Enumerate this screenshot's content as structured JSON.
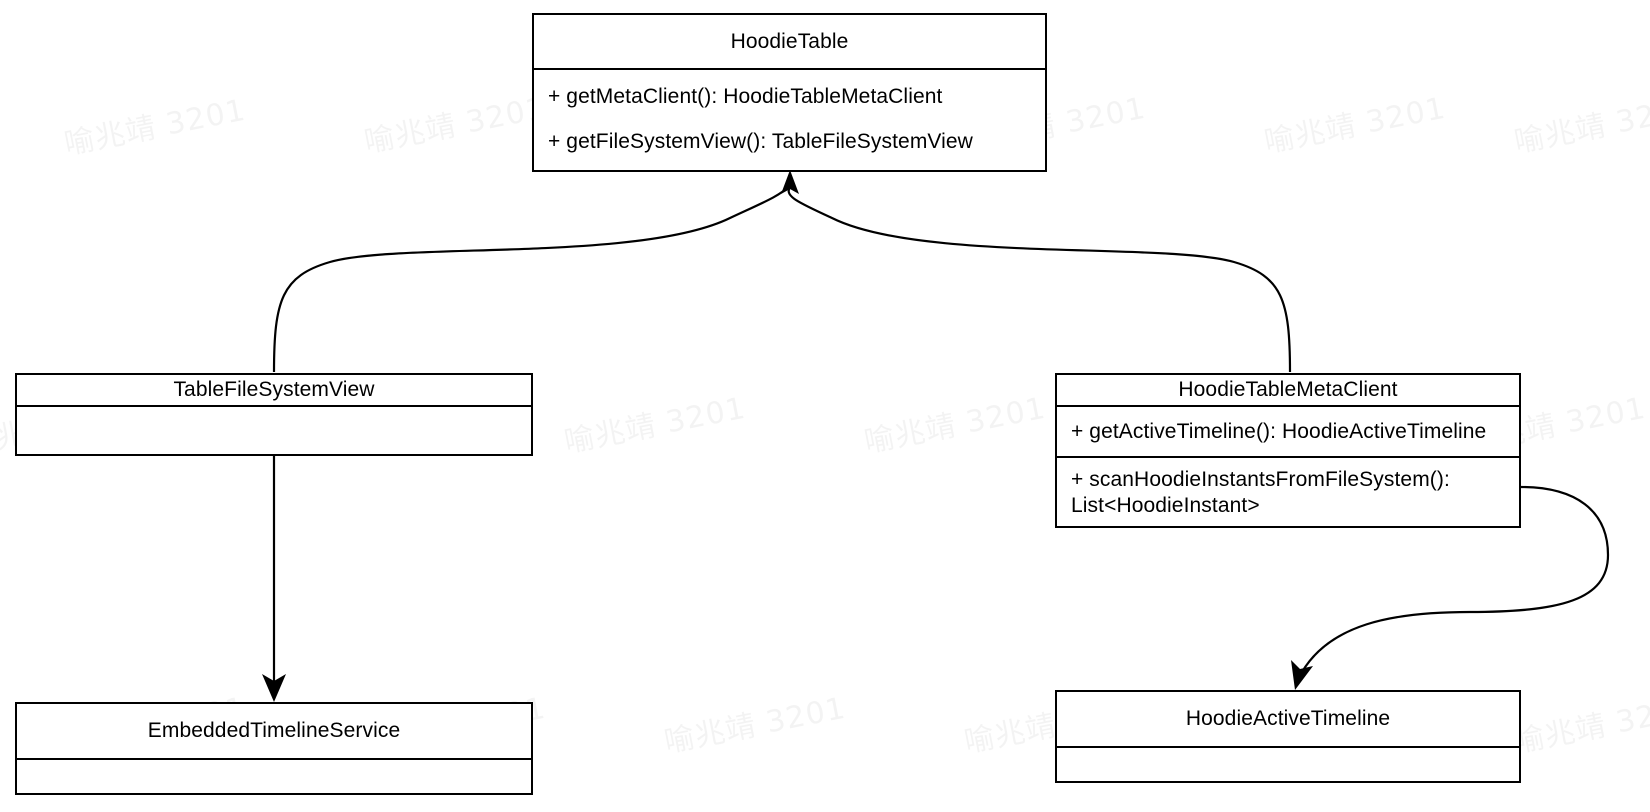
{
  "diagram": {
    "type": "uml-class-diagram",
    "background_color": "#ffffff",
    "line_color": "#000000",
    "text_color": "#000000"
  },
  "watermark": {
    "text": "喻兆靖 3201",
    "color": "#000000",
    "opacity": 0.042,
    "rotation_deg": -11
  },
  "classes": {
    "hoodie_table": {
      "name": "HoodieTable",
      "members": [
        "+ getMetaClient(): HoodieTableMetaClient",
        "+ getFileSystemView(): TableFileSystemView"
      ]
    },
    "table_file_system_view": {
      "name": "TableFileSystemView",
      "members": [
        ""
      ]
    },
    "hoodie_table_meta_client": {
      "name": "HoodieTableMetaClient",
      "members": [
        "+ getActiveTimeline(): HoodieActiveTimeline",
        "+ scanHoodieInstantsFromFileSystem(): List<HoodieInstant>"
      ]
    },
    "embedded_timeline_service": {
      "name": "EmbeddedTimelineService",
      "members": [
        ""
      ]
    },
    "hoodie_active_timeline": {
      "name": "HoodieActiveTimeline",
      "members": [
        ""
      ]
    }
  },
  "relations": [
    {
      "id": "tfsv-to-hoodietable",
      "from": "TableFileSystemView",
      "to": "HoodieTable",
      "style": "curved",
      "arrow": "open-filled"
    },
    {
      "id": "htmc-to-hoodietable",
      "from": "HoodieTableMetaClient",
      "to": "HoodieTable",
      "style": "curved",
      "arrow": "open-filled"
    },
    {
      "id": "tfsv-to-ets",
      "from": "TableFileSystemView",
      "to": "EmbeddedTimelineService",
      "style": "straight",
      "arrow": "open-filled"
    },
    {
      "id": "htmc-to-hat",
      "from": "HoodieTableMetaClient",
      "to": "HoodieActiveTimeline",
      "style": "curved",
      "arrow": "open-filled"
    }
  ]
}
